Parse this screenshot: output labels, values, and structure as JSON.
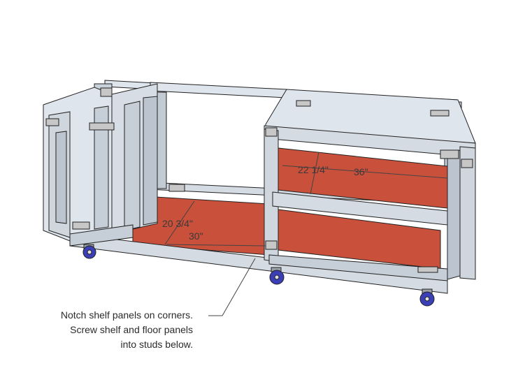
{
  "dimensions": {
    "lower_depth": "20 3/4\"",
    "lower_width": "30\"",
    "upper_depth": "22 1/4\"",
    "upper_width": "36\""
  },
  "callout": {
    "line1": "Notch shelf panels on corners.",
    "line2": "Screw shelf and floor panels",
    "line3": "into studs below."
  },
  "colors": {
    "frame": "#d4dbe3",
    "frame_dark": "#aeb6c0",
    "panel": "#c9503a",
    "wheel": "#3b3fb5",
    "bracket": "#c7c7c7"
  }
}
